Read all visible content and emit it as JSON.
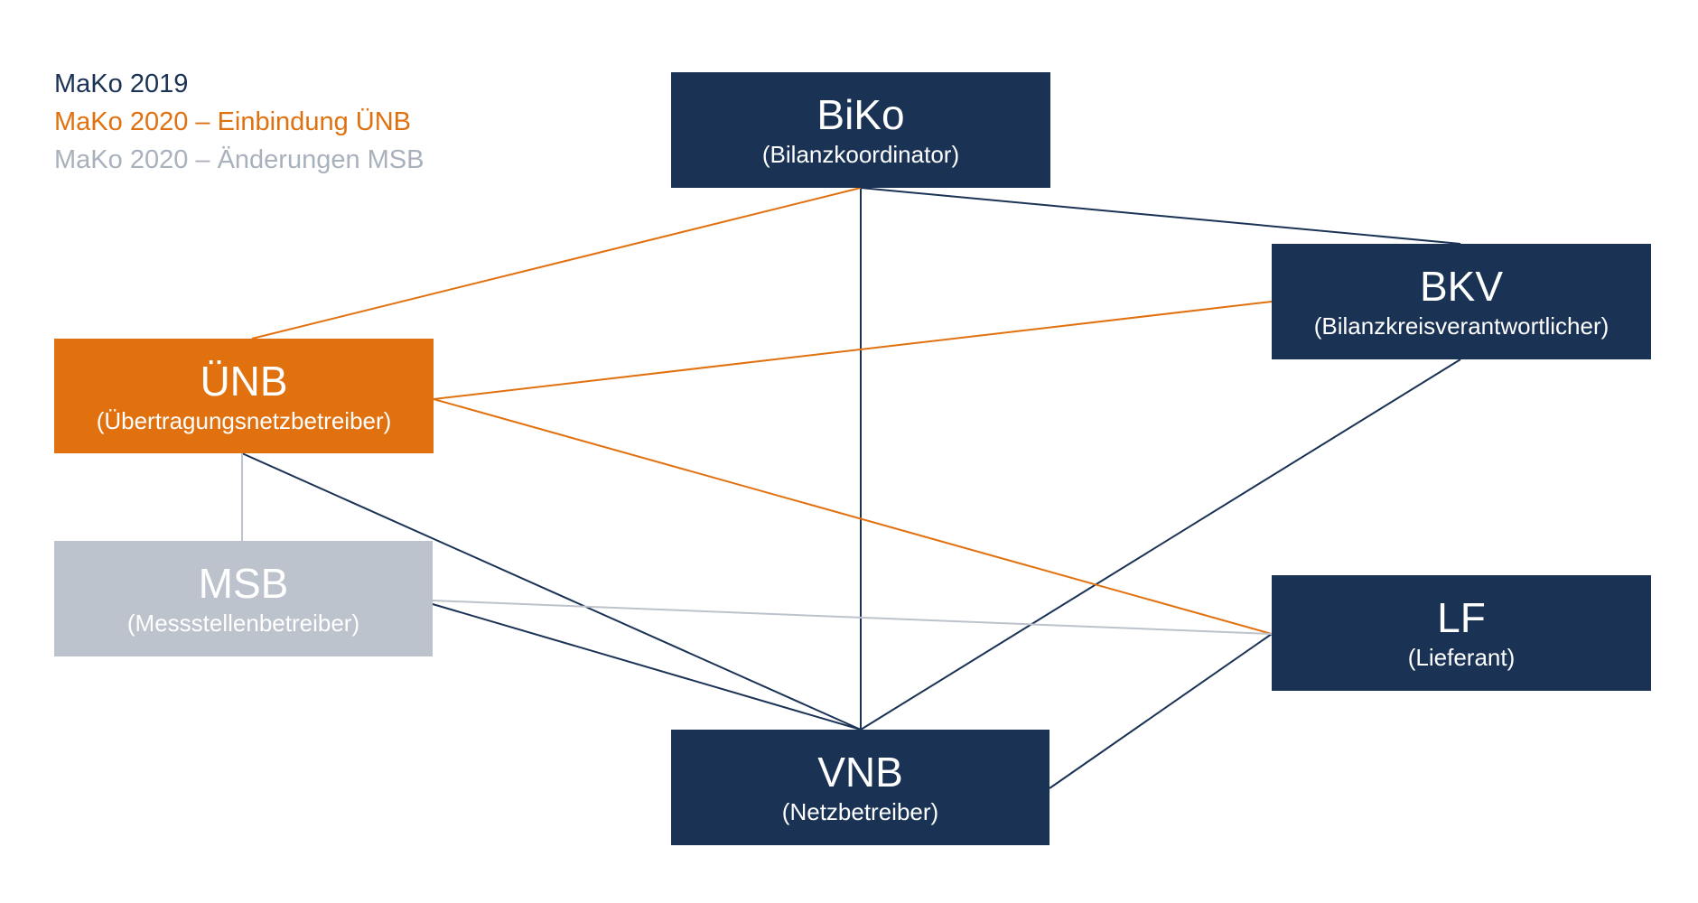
{
  "colors": {
    "navy": "#1a3355",
    "orange": "#e1710f",
    "gray": "#bcc3cc"
  },
  "legend": [
    {
      "label": "MaKo 2019",
      "color": "#1a3355"
    },
    {
      "label": "MaKo 2020 – Einbindung ÜNB",
      "color": "#e1710f"
    },
    {
      "label": "MaKo 2020 – Änderungen MSB",
      "color": "#a9b1bc"
    }
  ],
  "nodes": {
    "biko": {
      "abbr": "BiKo",
      "full": "(Bilanzkoordinator)",
      "color": "#1a3355"
    },
    "bkv": {
      "abbr": "BKV",
      "full": "(Bilanzkreisverantwortlicher)",
      "color": "#1a3355"
    },
    "unb": {
      "abbr": "ÜNB",
      "full": "(Übertragungsnetzbetreiber)",
      "color": "#e1710f"
    },
    "msb": {
      "abbr": "MSB",
      "full": "(Messstellenbetreiber)",
      "color": "#bcc3cc"
    },
    "lf": {
      "abbr": "LF",
      "full": "(Lieferant)",
      "color": "#1a3355"
    },
    "vnb": {
      "abbr": "VNB",
      "full": "(Netzbetreiber)",
      "color": "#1a3355"
    }
  },
  "connections": [
    {
      "from": "biko",
      "to": "vnb",
      "color": "navy"
    },
    {
      "from": "biko",
      "to": "bkv",
      "color": "navy"
    },
    {
      "from": "bkv",
      "to": "vnb",
      "color": "navy"
    },
    {
      "from": "unb",
      "to": "vnb",
      "color": "navy"
    },
    {
      "from": "msb",
      "to": "vnb",
      "color": "navy"
    },
    {
      "from": "lf",
      "to": "vnb",
      "color": "navy"
    },
    {
      "from": "biko",
      "to": "unb",
      "color": "orange"
    },
    {
      "from": "unb",
      "to": "bkv",
      "color": "orange"
    },
    {
      "from": "unb",
      "to": "lf",
      "color": "orange"
    },
    {
      "from": "unb",
      "to": "msb",
      "color": "gray"
    },
    {
      "from": "msb",
      "to": "lf",
      "color": "gray"
    }
  ]
}
